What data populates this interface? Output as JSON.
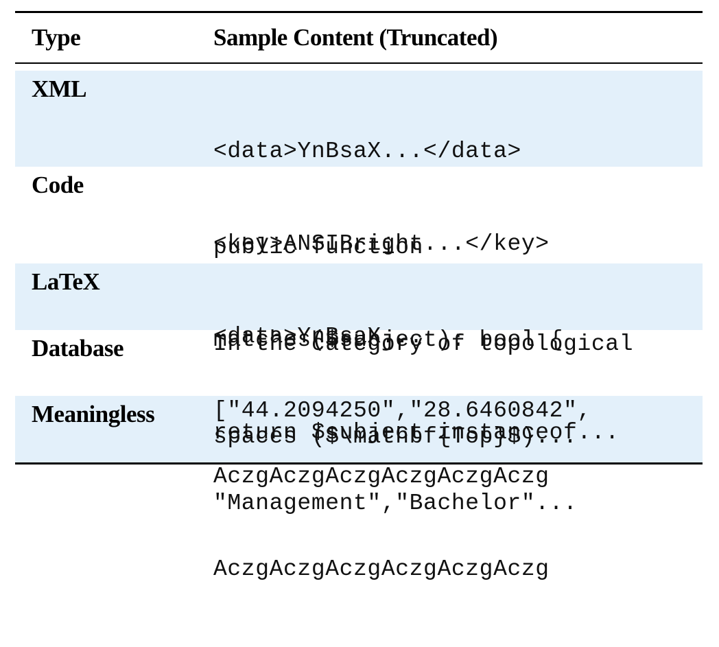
{
  "table": {
    "header": {
      "type": "Type",
      "content": "Sample Content (Truncated)"
    },
    "rows": [
      {
        "type": "XML",
        "lines": [
          "<data>YnBsaX...</data>",
          "<key>ANSIBright...</key>",
          "<data>YnBsaX..."
        ],
        "shaded": true
      },
      {
        "type": "Code",
        "lines": [
          "public function",
          "matches($subject): bool {",
          "return $subject instanceof..."
        ],
        "shaded": false
      },
      {
        "type": "LaTeX",
        "lines": [
          "In the category of topological",
          "spaces ($\\mathbf{Top}$)..."
        ],
        "shaded": true
      },
      {
        "type": "Database",
        "lines": [
          "[\"44.2094250\",\"28.6460842\",",
          "\"Management\",\"Bachelor\"..."
        ],
        "shaded": false
      },
      {
        "type": "Meaningless",
        "lines": [
          "AczgAczgAczgAczgAczgAczg",
          "AczgAczgAczgAczgAczgAczg"
        ],
        "shaded": true
      }
    ],
    "colors": {
      "shade": "#e3f0fa",
      "rule": "#000000"
    }
  }
}
